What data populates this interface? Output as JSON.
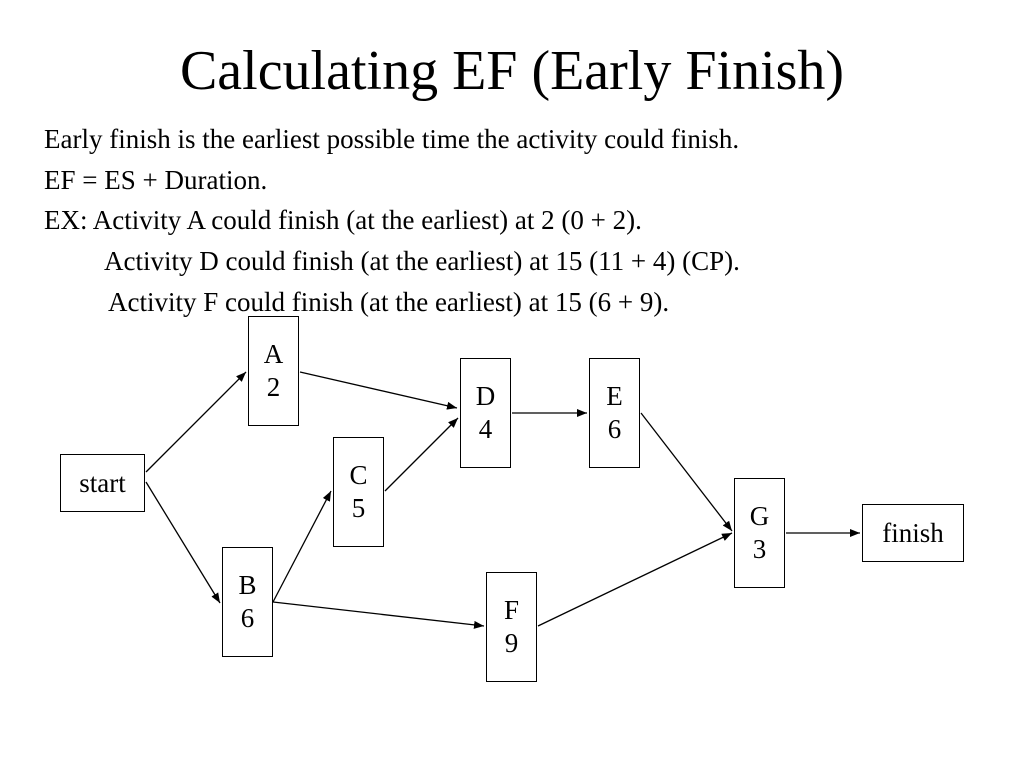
{
  "title": "Calculating EF (Early Finish)",
  "body_lines": [
    "Early finish is the earliest possible time the activity could finish.",
    "EF = ES + Duration.",
    "EX: Activity A could finish (at the earliest) at 2 (0 + 2).",
    "Activity D could finish (at the earliest) at 15 (11 + 4) (CP).",
    "Activity F could finish (at the earliest) at 15 (6 + 9)."
  ],
  "nodes": {
    "start": {
      "label": "start"
    },
    "A": {
      "label": "A",
      "value": "2"
    },
    "B": {
      "label": "B",
      "value": "6"
    },
    "C": {
      "label": "C",
      "value": "5"
    },
    "D": {
      "label": "D",
      "value": "4"
    },
    "E": {
      "label": "E",
      "value": "6"
    },
    "F": {
      "label": "F",
      "value": "9"
    },
    "G": {
      "label": "G",
      "value": "3"
    },
    "finish": {
      "label": "finish"
    }
  },
  "edges": [
    {
      "from": "start",
      "to": "A"
    },
    {
      "from": "start",
      "to": "B"
    },
    {
      "from": "A",
      "to": "D"
    },
    {
      "from": "B",
      "to": "C"
    },
    {
      "from": "B",
      "to": "F"
    },
    {
      "from": "C",
      "to": "D"
    },
    {
      "from": "D",
      "to": "E"
    },
    {
      "from": "E",
      "to": "G"
    },
    {
      "from": "F",
      "to": "G"
    },
    {
      "from": "G",
      "to": "finish"
    }
  ]
}
